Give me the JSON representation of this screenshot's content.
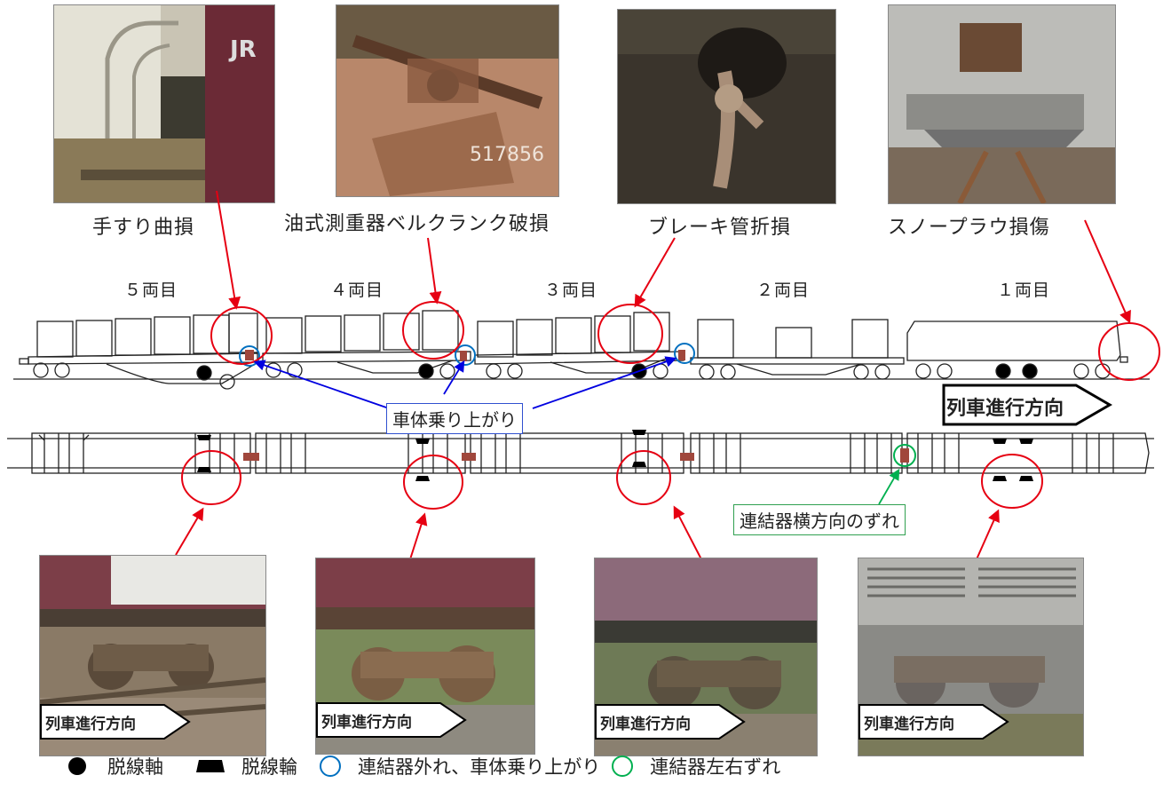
{
  "top_photos": [
    {
      "caption": "手すり曲損",
      "subject": "handrail-photo"
    },
    {
      "caption": "油式測重器ベルクランク破損",
      "subject": "bell-crank-photo"
    },
    {
      "caption": "ブレーキ管折損",
      "subject": "brake-pipe-photo"
    },
    {
      "caption": "スノープラウ損傷",
      "subject": "snowplow-photo"
    }
  ],
  "car_labels": [
    "５両目",
    "４両目",
    "３両目",
    "２両目",
    "１両目"
  ],
  "annotations": {
    "car_body_ride_up": "車体乗り上がり",
    "coupler_lateral_shift": "連結器横方向のずれ",
    "direction": "列車進行方向"
  },
  "bottom_photos": [
    {
      "badge": "列車進行方向"
    },
    {
      "badge": "列車進行方向"
    },
    {
      "badge": "列車進行方向"
    },
    {
      "badge": "列車進行方向"
    }
  ],
  "legend": {
    "derailed_axle": "脱線軸",
    "derailed_wheel": "脱線輪",
    "coupler_detached": "連結器外れ、車体乗り上がり",
    "coupler_shift": "連結器左右ずれ"
  },
  "colors": {
    "arrow_red": "#e60012",
    "arrow_blue": "#0000e0",
    "circle_blue": "#0070c0",
    "circle_green": "#00b050",
    "coupler_brown": "#a0473c",
    "label_box_blue": "#3050d0",
    "label_box_green": "#30a050"
  }
}
